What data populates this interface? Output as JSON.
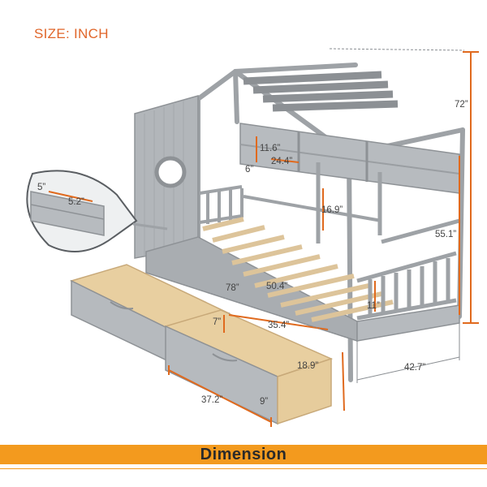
{
  "header": {
    "size_label": "SIZE: INCH"
  },
  "banner": {
    "title": "Dimension"
  },
  "colors": {
    "accent_orange": "#e06a1e",
    "banner_orange": "#f39a1e",
    "frame_gray": "#9ea2a6",
    "drawer_wood": "#e8cfa0"
  },
  "dimensions": {
    "overall_height": "72”",
    "bed_side_height": "55.1”",
    "width": "42.7”",
    "bed_length": "78”",
    "slat_length": "50.4”",
    "shelf_height": "11.6”",
    "shelf_width": "24.4”",
    "shelf_depth": "6”",
    "headboard_gap": "16.9”",
    "rail_height": "11”",
    "drawer_length": "35.4”",
    "drawer_inner_height": "7”",
    "drawer_depth": "18.9”",
    "drawer_outer_height": "9”",
    "drawer_total_length": "37.2”",
    "detail_a": "5”",
    "detail_b": "5.2”"
  }
}
